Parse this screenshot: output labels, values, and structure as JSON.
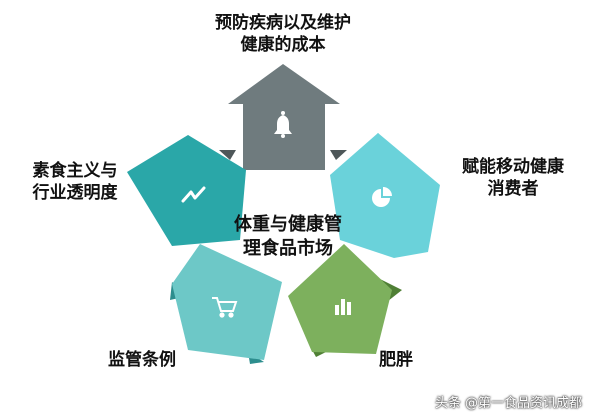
{
  "center": {
    "line1": "体重与健康管",
    "line2": "理食品市场"
  },
  "segments": [
    {
      "id": "top",
      "line1": "预防疾病以及维护",
      "line2": "健康的成本",
      "icon": "bell-icon",
      "color": "#6f7b7e"
    },
    {
      "id": "right",
      "line1": "赋能移动健康",
      "line2": "消费者",
      "icon": "pie-chart-icon",
      "color": "#6ad2da"
    },
    {
      "id": "bottom-right",
      "line1": "肥胖",
      "line2": "",
      "icon": "bar-chart-icon",
      "color": "#7db05d"
    },
    {
      "id": "bottom-left",
      "line1": "监管条例",
      "line2": "",
      "icon": "shopping-cart-icon",
      "color": "#6dc8c7"
    },
    {
      "id": "left",
      "line1": "素食主义与",
      "line2": "行业透明度",
      "icon": "trend-line-icon",
      "color": "#2aa7a8"
    }
  ],
  "watermark": "头条 @第一食品资讯成都"
}
